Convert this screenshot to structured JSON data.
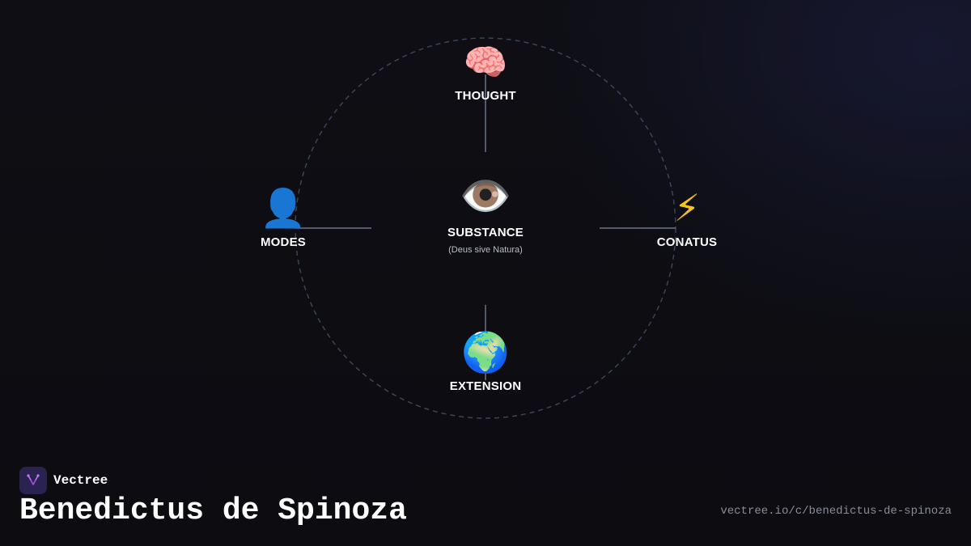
{
  "diagram": {
    "center": {
      "icon": "eye-icon",
      "glyph": "👁️",
      "label": "SUBSTANCE",
      "sublabel": "(Deus sive Natura)"
    },
    "top": {
      "icon": "brain-icon",
      "glyph": "🧠",
      "label": "THOUGHT"
    },
    "bottom": {
      "icon": "globe-icon",
      "glyph": "🌍",
      "label": "EXTENSION"
    },
    "left": {
      "icon": "person-icon",
      "glyph": "👤",
      "label": "MODES"
    },
    "right": {
      "icon": "lightning-icon",
      "glyph": "⚡",
      "label": "CONATUS"
    }
  },
  "footer": {
    "brand": "Vectree",
    "title": "Benedictus de Spinoza",
    "url": "vectree.io/c/benedictus-de-spinoza"
  },
  "colors": {
    "background": "#0d0d12",
    "circle": "#3a4558",
    "connector": "#6b7588",
    "logo_bg": "#2a2350",
    "logo_accent": "#a04ad8"
  }
}
